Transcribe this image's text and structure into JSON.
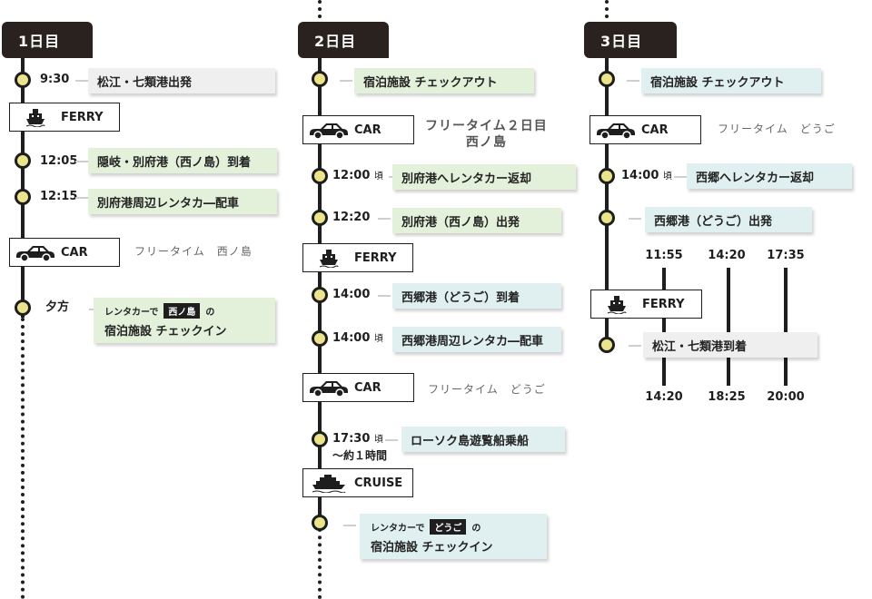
{
  "day1": {
    "title": "1日目",
    "items": {
      "t1_time": "9:30",
      "t1_label": "松江・七類港出発",
      "ferry_label": "FERRY",
      "t2_time": "12:05",
      "t2_label": "隠岐・別府港（西ノ島）到着",
      "t3_time": "12:15",
      "t3_label": "別府港周辺レンタカ―配車",
      "car_label": "CAR",
      "car_note": "フリータイム　西ノ島",
      "t4_time": "夕方",
      "t4_pre": "レンタカーで",
      "t4_hl": "西ノ島",
      "t4_post": "の",
      "t4_main": "宿泊施設 チェックイン"
    }
  },
  "day2": {
    "title": "2日目",
    "items": {
      "t1_label": "宿泊施設 チェックアウト",
      "car1_label": "CAR",
      "car1_note_line1": "フリータイム２日目",
      "car1_note_line2": "西ノ島",
      "t2_time": "12:00",
      "t2_suffix": "頃",
      "t2_label": "別府港へレンタカー返却",
      "t3_time": "12:20",
      "t3_label": "別府港（西ノ島）出発",
      "ferry_label": "FERRY",
      "t4_time": "14:00",
      "t4_label": "西郷港（どうご）到着",
      "t5_time": "14:00",
      "t5_suffix": "頃",
      "t5_label": "西郷港周辺レンタカ―配車",
      "car2_label": "CAR",
      "car2_note": "フリータイム　どうご",
      "t6_time": "17:30",
      "t6_suffix": "頃",
      "t6_sub": "〜約１時間",
      "t6_label": "ローソク島遊覧船乗船",
      "cruise_label": "CRUISE",
      "t7_pre": "レンタカーで",
      "t7_hl": "どうご",
      "t7_post": "の",
      "t7_main": "宿泊施設 チェックイン"
    }
  },
  "day3": {
    "title": "3日目",
    "items": {
      "t1_label": "宿泊施設 チェックアウト",
      "car_label": "CAR",
      "car_note": "フリータイム　どうご",
      "t2_time": "14:00",
      "t2_suffix": "頃",
      "t2_label": "西郷へレンタカー返却",
      "t3_label": "西郷港（どうご）出発",
      "ferry_label": "FERRY",
      "t4_label": "松江・七類港到着",
      "departures": [
        "11:55",
        "14:20",
        "17:35"
      ],
      "arrivals": [
        "14:20",
        "18:25",
        "20:00"
      ]
    }
  },
  "colors": {
    "node_fill": "#ece48a",
    "card_green": "#e4f1da",
    "card_blue": "#e0f0f0",
    "card_gray": "#efefef",
    "day_header": "#2a221f"
  }
}
